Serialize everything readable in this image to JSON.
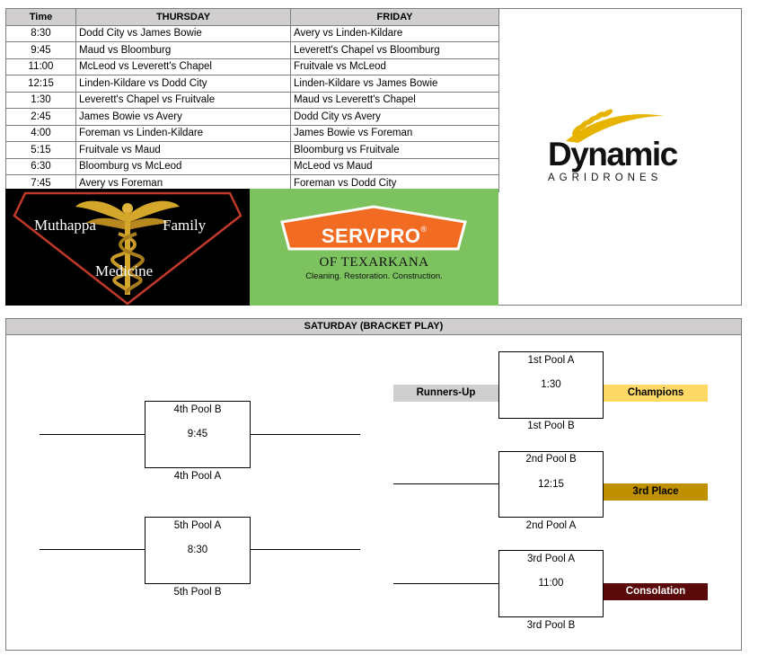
{
  "schedule": {
    "headers": {
      "time": "Time",
      "thursday": "THURSDAY",
      "friday": "FRIDAY"
    },
    "rows": [
      {
        "time": "8:30",
        "thursday": "Dodd City vs James Bowie",
        "friday": "Avery vs Linden-Kildare"
      },
      {
        "time": "9:45",
        "thursday": "Maud vs Bloomburg",
        "friday": "Leverett's Chapel vs Bloomburg"
      },
      {
        "time": "11:00",
        "thursday": "McLeod vs Leverett's Chapel",
        "friday": "Fruitvale vs McLeod"
      },
      {
        "time": "12:15",
        "thursday": "Linden-Kildare vs Dodd City",
        "friday": "Linden-Kildare vs James Bowie"
      },
      {
        "time": "1:30",
        "thursday": "Leverett's Chapel vs Fruitvale",
        "friday": "Maud vs Leverett's Chapel"
      },
      {
        "time": "2:45",
        "thursday": "James Bowie vs Avery",
        "friday": "Dodd City vs Avery"
      },
      {
        "time": "4:00",
        "thursday": "Foreman vs Linden-Kildare",
        "friday": "James Bowie vs Foreman"
      },
      {
        "time": "5:15",
        "thursday": "Fruitvale vs Maud",
        "friday": "Bloomburg vs Fruitvale"
      },
      {
        "time": "6:30",
        "thursday": "Bloomburg vs McLeod",
        "friday": "McLeod vs Maud"
      },
      {
        "time": "7:45",
        "thursday": "Avery vs Foreman",
        "friday": "Foreman vs Dodd City"
      }
    ]
  },
  "sponsors": {
    "muthappa": {
      "word1": "Muthappa",
      "word2": "Family",
      "word3": "Medicine",
      "bg": "#000000",
      "accent": "#c0392b",
      "icon": "caduceus-icon"
    },
    "servpro": {
      "brand": "SERVPRO",
      "reg": "®",
      "sub1": "OF TEXARKANA",
      "sub2": "Cleaning. Restoration. Construction.",
      "bg": "#7cc35f",
      "brand_color": "#f26b22"
    },
    "dynamic": {
      "brand": "Dynamic",
      "sub": "AGRIDRONES",
      "accent": "#e6b400",
      "icon": "wheat-icon"
    }
  },
  "saturday": {
    "title": "SATURDAY (BRACKET PLAY)",
    "left_matches": [
      {
        "top": "4th Pool B",
        "time": "9:45",
        "bottom": "4th Pool A"
      },
      {
        "top": "5th Pool A",
        "time": "8:30",
        "bottom": "5th Pool B"
      }
    ],
    "right_matches": [
      {
        "top": "1st Pool A",
        "time": "1:30",
        "bottom": "1st Pool B"
      },
      {
        "top": "2nd Pool B",
        "time": "12:15",
        "bottom": "2nd Pool A"
      },
      {
        "top": "3rd Pool A",
        "time": "11:00",
        "bottom": "3rd Pool B"
      }
    ],
    "tags": {
      "runners_up": {
        "label": "Runners-Up",
        "color": "#cfcfcf"
      },
      "champions": {
        "label": "Champions",
        "color": "#ffd966"
      },
      "third": {
        "label": "3rd Place",
        "color": "#bf9000"
      },
      "consolation": {
        "label": "Consolation",
        "color": "#5a0a0a",
        "text_color": "#ffffff"
      }
    }
  }
}
